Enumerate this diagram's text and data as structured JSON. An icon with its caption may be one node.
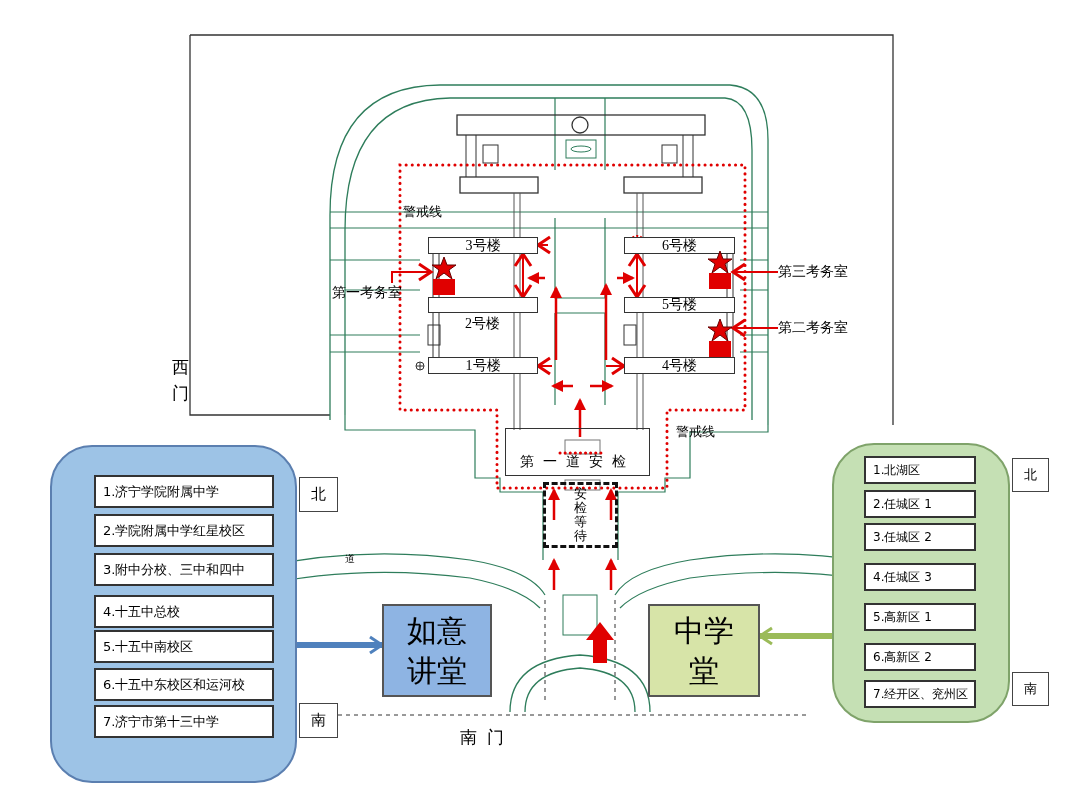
{
  "diagram": {
    "nodes": [
      {
        "text": [],
        "shape": "box"
      },
      {
        "text": [
          "1.济宁学院附属中学"
        ],
        "in": 0
      },
      {
        "text": [
          "2.学院附属中学红星校区"
        ],
        "in": 0
      },
      {
        "text": [
          "3.附中分校、三中和四中"
        ],
        "in": 0
      },
      {
        "text": [
          "4.十五中总校"
        ],
        "in": 0
      },
      {
        "text": [
          "5.十五中南校区"
        ],
        "in": 0
      },
      {
        "text": [
          "6.十五中东校区和运河校"
        ],
        "in": 0
      },
      {
        "text": [
          "7.济宁市第十三中学"
        ],
        "in": 0
      },
      {
        "text": [],
        "shape": "box"
      },
      {
        "text": [
          "1.北湖区"
        ],
        "in": 8
      },
      {
        "text": [
          "2.任城区 1"
        ],
        "in": 8
      },
      {
        "text": [
          "3.任城区 2"
        ],
        "in": 8
      },
      {
        "text": [
          "4.任城区 3"
        ],
        "in": 8
      },
      {
        "text": [
          "5.高新区 1"
        ],
        "in": 8
      },
      {
        "text": [
          "6.高新区 2"
        ],
        "in": 8
      },
      {
        "text": [
          "7.经开区、兖州区"
        ],
        "in": 8
      },
      {
        "text": [
          "如意讲堂"
        ]
      },
      {
        "text": [
          "中学堂"
        ]
      },
      {
        "text": [
          "3号楼"
        ]
      },
      {
        "text": [
          "6号楼"
        ]
      },
      {
        "text": [
          "第三考务室"
        ]
      },
      {
        "text": [],
        "shape": "box"
      },
      {
        "text": [
          "第一考务室"
        ]
      },
      {
        "text": [],
        "shape": "box"
      },
      {
        "text": [
          "5号楼"
        ]
      },
      {
        "text": [
          "2号楼"
        ]
      },
      {
        "text": [
          "第二考务室"
        ]
      },
      {
        "text": [],
        "shape": "box"
      },
      {
        "text": [
          "1号楼"
        ]
      },
      {
        "text": [
          "4号楼"
        ]
      },
      {
        "text": [
          "第一道安检"
        ]
      },
      {
        "text": [
          "安检等待"
        ]
      }
    ],
    "edges": [
      {
        "from": 0,
        "to": 16,
        "arrow": "to",
        "style": "thick",
        "color": "#4f81bd"
      },
      {
        "from": 8,
        "to": 17,
        "arrow": "to",
        "style": "thick",
        "color": "#9bbb59"
      },
      {
        "from": 20,
        "to": 21,
        "arrow": "to",
        "color": "#e00000"
      },
      {
        "from": 22,
        "to": 23,
        "arrow": "to",
        "color": "#e00000"
      },
      {
        "from": 26,
        "to": 27,
        "arrow": "to",
        "color": "#e00000"
      },
      {
        "from": null,
        "to": 18,
        "arrow": "to",
        "color": "#e00000"
      },
      {
        "from": 18,
        "to": 25,
        "arrow": "both",
        "color": "#e00000"
      },
      {
        "from": 19,
        "to": 24,
        "arrow": "both",
        "color": "#e00000"
      },
      {
        "from": null,
        "to": 28,
        "arrow": "to",
        "color": "#e00000"
      },
      {
        "from": null,
        "to": 29,
        "arrow": "to",
        "color": "#e00000"
      }
    ],
    "labels": [
      "警戒线",
      "西门",
      "北",
      "北",
      "警戒线",
      "道",
      "南",
      "南",
      "南门"
    ]
  }
}
